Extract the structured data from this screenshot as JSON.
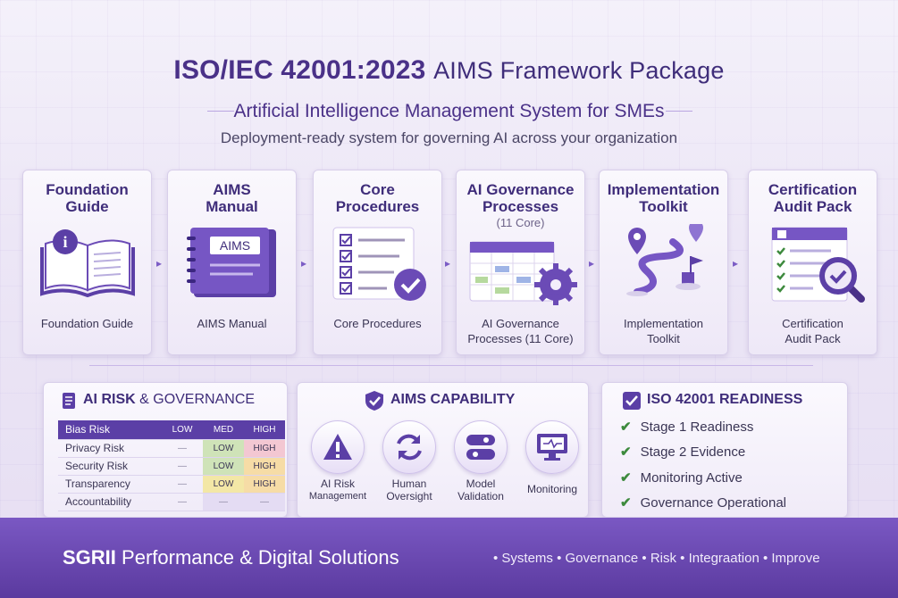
{
  "header": {
    "title_bold": "ISO/IEC 42001:2023",
    "title_rest": "AIMS Framework Package",
    "subtitle": "Artificial Intelligence Management System for SMEs",
    "description": "Deployment-ready system for governing AI across your organization"
  },
  "cards": [
    {
      "title1": "Foundation",
      "title2": "Guide",
      "caption1": "Foundation Guide",
      "caption2": ""
    },
    {
      "title1": "AIMS",
      "title2": "Manual",
      "caption1": "AIMS Manual",
      "caption2": "",
      "book_label": "AIMS"
    },
    {
      "title1": "Core",
      "title2": "Procedures",
      "caption1": "Core Procedures",
      "caption2": ""
    },
    {
      "title1": "AI Governance",
      "title2": "Processes",
      "note": "(11 Core)",
      "caption1": "AI Governance",
      "caption2": "Processes (11 Core)"
    },
    {
      "title1": "Implementation",
      "title2": "Toolkit",
      "caption1": "Implementation",
      "caption2": "Toolkit"
    },
    {
      "title1": "Certification",
      "title2": "Audit Pack",
      "caption1": "Certification",
      "caption2": "Audit Pack"
    }
  ],
  "risk": {
    "title_a": "AI RISK",
    "title_b": "& GOVERNANCE",
    "headers": [
      "Bias Risk",
      "LOW",
      "MED",
      "HIGH"
    ],
    "rows": [
      [
        "Privacy Risk",
        "—",
        "LOW",
        "HIGH"
      ],
      [
        "Security Risk",
        "—",
        "LOW",
        "HIGH"
      ],
      [
        "Transparency",
        "—",
        "LOW",
        "HIGH"
      ],
      [
        "Accountability",
        "—",
        "—",
        "—"
      ]
    ]
  },
  "capability": {
    "title": "AIMS CAPABILITY",
    "items": [
      {
        "l1": "AI Risk",
        "l2": "Management",
        "icon": "warning-icon"
      },
      {
        "l1": "Human",
        "l2": "Oversight",
        "icon": "refresh-icon"
      },
      {
        "l1": "Model",
        "l2": "Validation",
        "icon": "toggle-icon"
      },
      {
        "l1": "Monitoring",
        "l2": "",
        "icon": "monitor-icon"
      }
    ]
  },
  "readiness": {
    "title": "ISO 42001 READINESS",
    "items": [
      "Stage 1 Readiness",
      "Stage 2 Evidence",
      "Monitoring Active",
      "Governance Operational"
    ]
  },
  "footer": {
    "brand_bold": "SGRII",
    "brand_rest": "Performance & Digital Solutions",
    "tags": "•  Systems  •  Governance  •  Risk  •  Integraation  •  Improve"
  },
  "colors": {
    "accent": "#5b3fa6",
    "check": "#3d8a3d"
  }
}
